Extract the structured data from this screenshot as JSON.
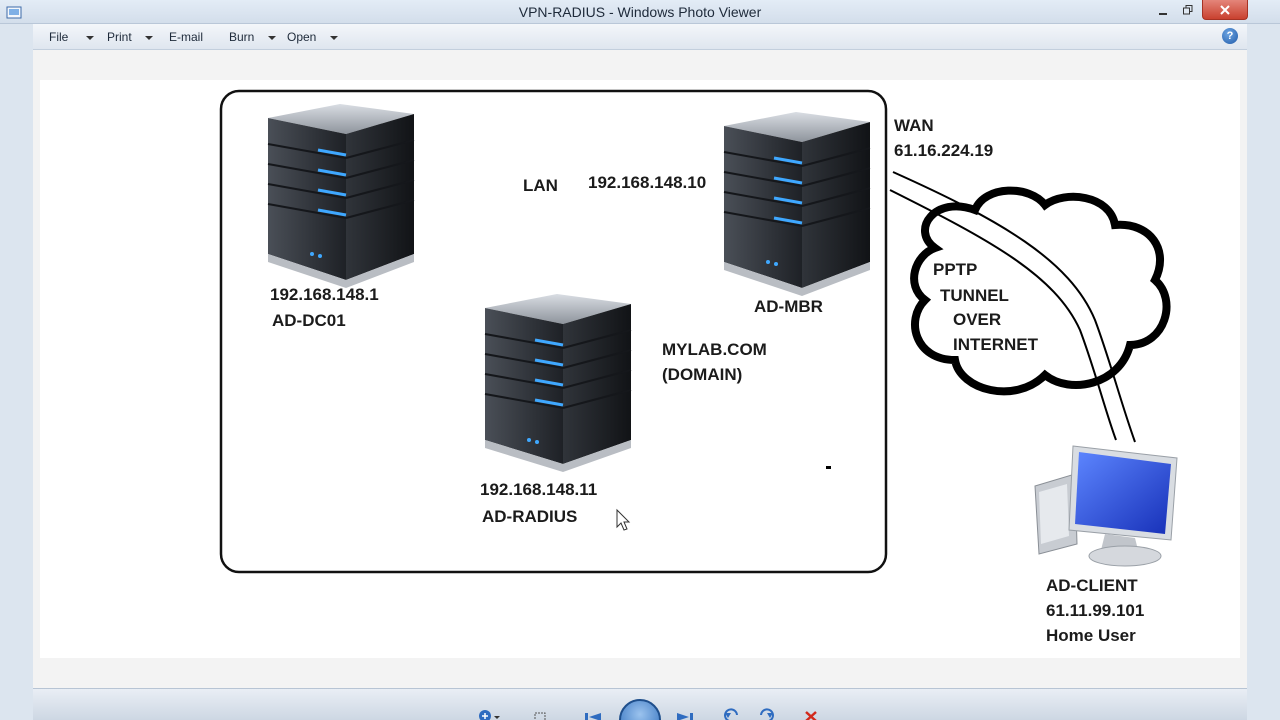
{
  "window": {
    "title": "VPN-RADIUS - Windows Photo Viewer"
  },
  "menu": {
    "items": [
      {
        "label": "File",
        "has_dropdown": true
      },
      {
        "label": "Print",
        "has_dropdown": true
      },
      {
        "label": "E-mail",
        "has_dropdown": false
      },
      {
        "label": "Burn",
        "has_dropdown": true
      },
      {
        "label": "Open",
        "has_dropdown": true
      }
    ],
    "help_icon": "?"
  },
  "diagram": {
    "lan_label": "LAN",
    "dc01": {
      "ip": "192.168.148.1",
      "name": "AD-DC01"
    },
    "mbr": {
      "ip": "192.168.148.10",
      "name": "AD-MBR"
    },
    "radius": {
      "ip": "192.168.148.11",
      "name": "AD-RADIUS"
    },
    "domain": {
      "name": "MYLAB.COM",
      "type": "(DOMAIN)"
    },
    "wan": {
      "label": "WAN",
      "ip": "61.16.224.19"
    },
    "tunnel": {
      "line1": "PPTP",
      "line2": "TUNNEL",
      "line3": "OVER",
      "line4": "INTERNET"
    },
    "client": {
      "name": "AD-CLIENT",
      "ip": "61.11.99.101",
      "role": "Home User"
    }
  },
  "colors": {
    "server_body": "#2a2d33",
    "server_led": "#3fa8ff",
    "monitor_screen": "#1c3ed6",
    "title_close": "#c9412f"
  },
  "icons": [
    "photo-viewer-app-icon",
    "minimize-icon",
    "maximize-icon",
    "close-icon",
    "help-icon",
    "zoom-icon",
    "fit-icon",
    "previous-icon",
    "slideshow-icon",
    "next-icon",
    "rotate-left-icon",
    "rotate-right-icon",
    "delete-icon"
  ]
}
